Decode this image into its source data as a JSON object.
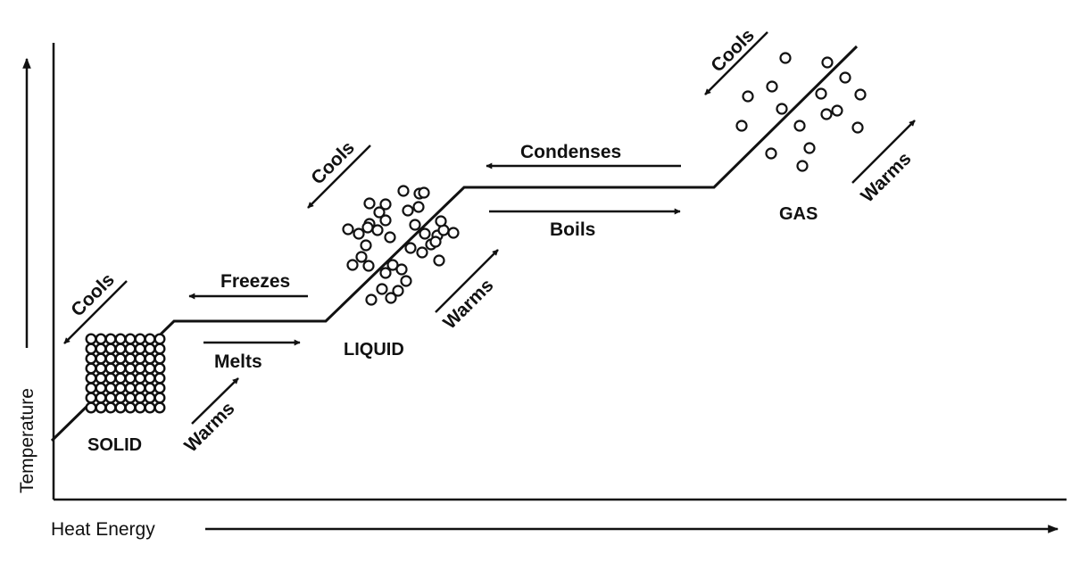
{
  "colors": {
    "ink": "#111111",
    "paper": "#ffffff"
  },
  "axes": {
    "x_label": "Heat Energy",
    "y_label": "Temperature"
  },
  "states": {
    "solid": "SOLID",
    "liquid": "LIQUID",
    "gas": "GAS"
  },
  "transitions": {
    "melts": "Melts",
    "freezes": "Freezes",
    "boils": "Boils",
    "condenses": "Condenses"
  },
  "direction_labels": {
    "warms_solid": "Warms",
    "cools_solid": "Cools",
    "warms_liquid": "Warms",
    "cools_liquid": "Cools",
    "warms_gas": "Warms",
    "cools_gas": "Cools"
  }
}
